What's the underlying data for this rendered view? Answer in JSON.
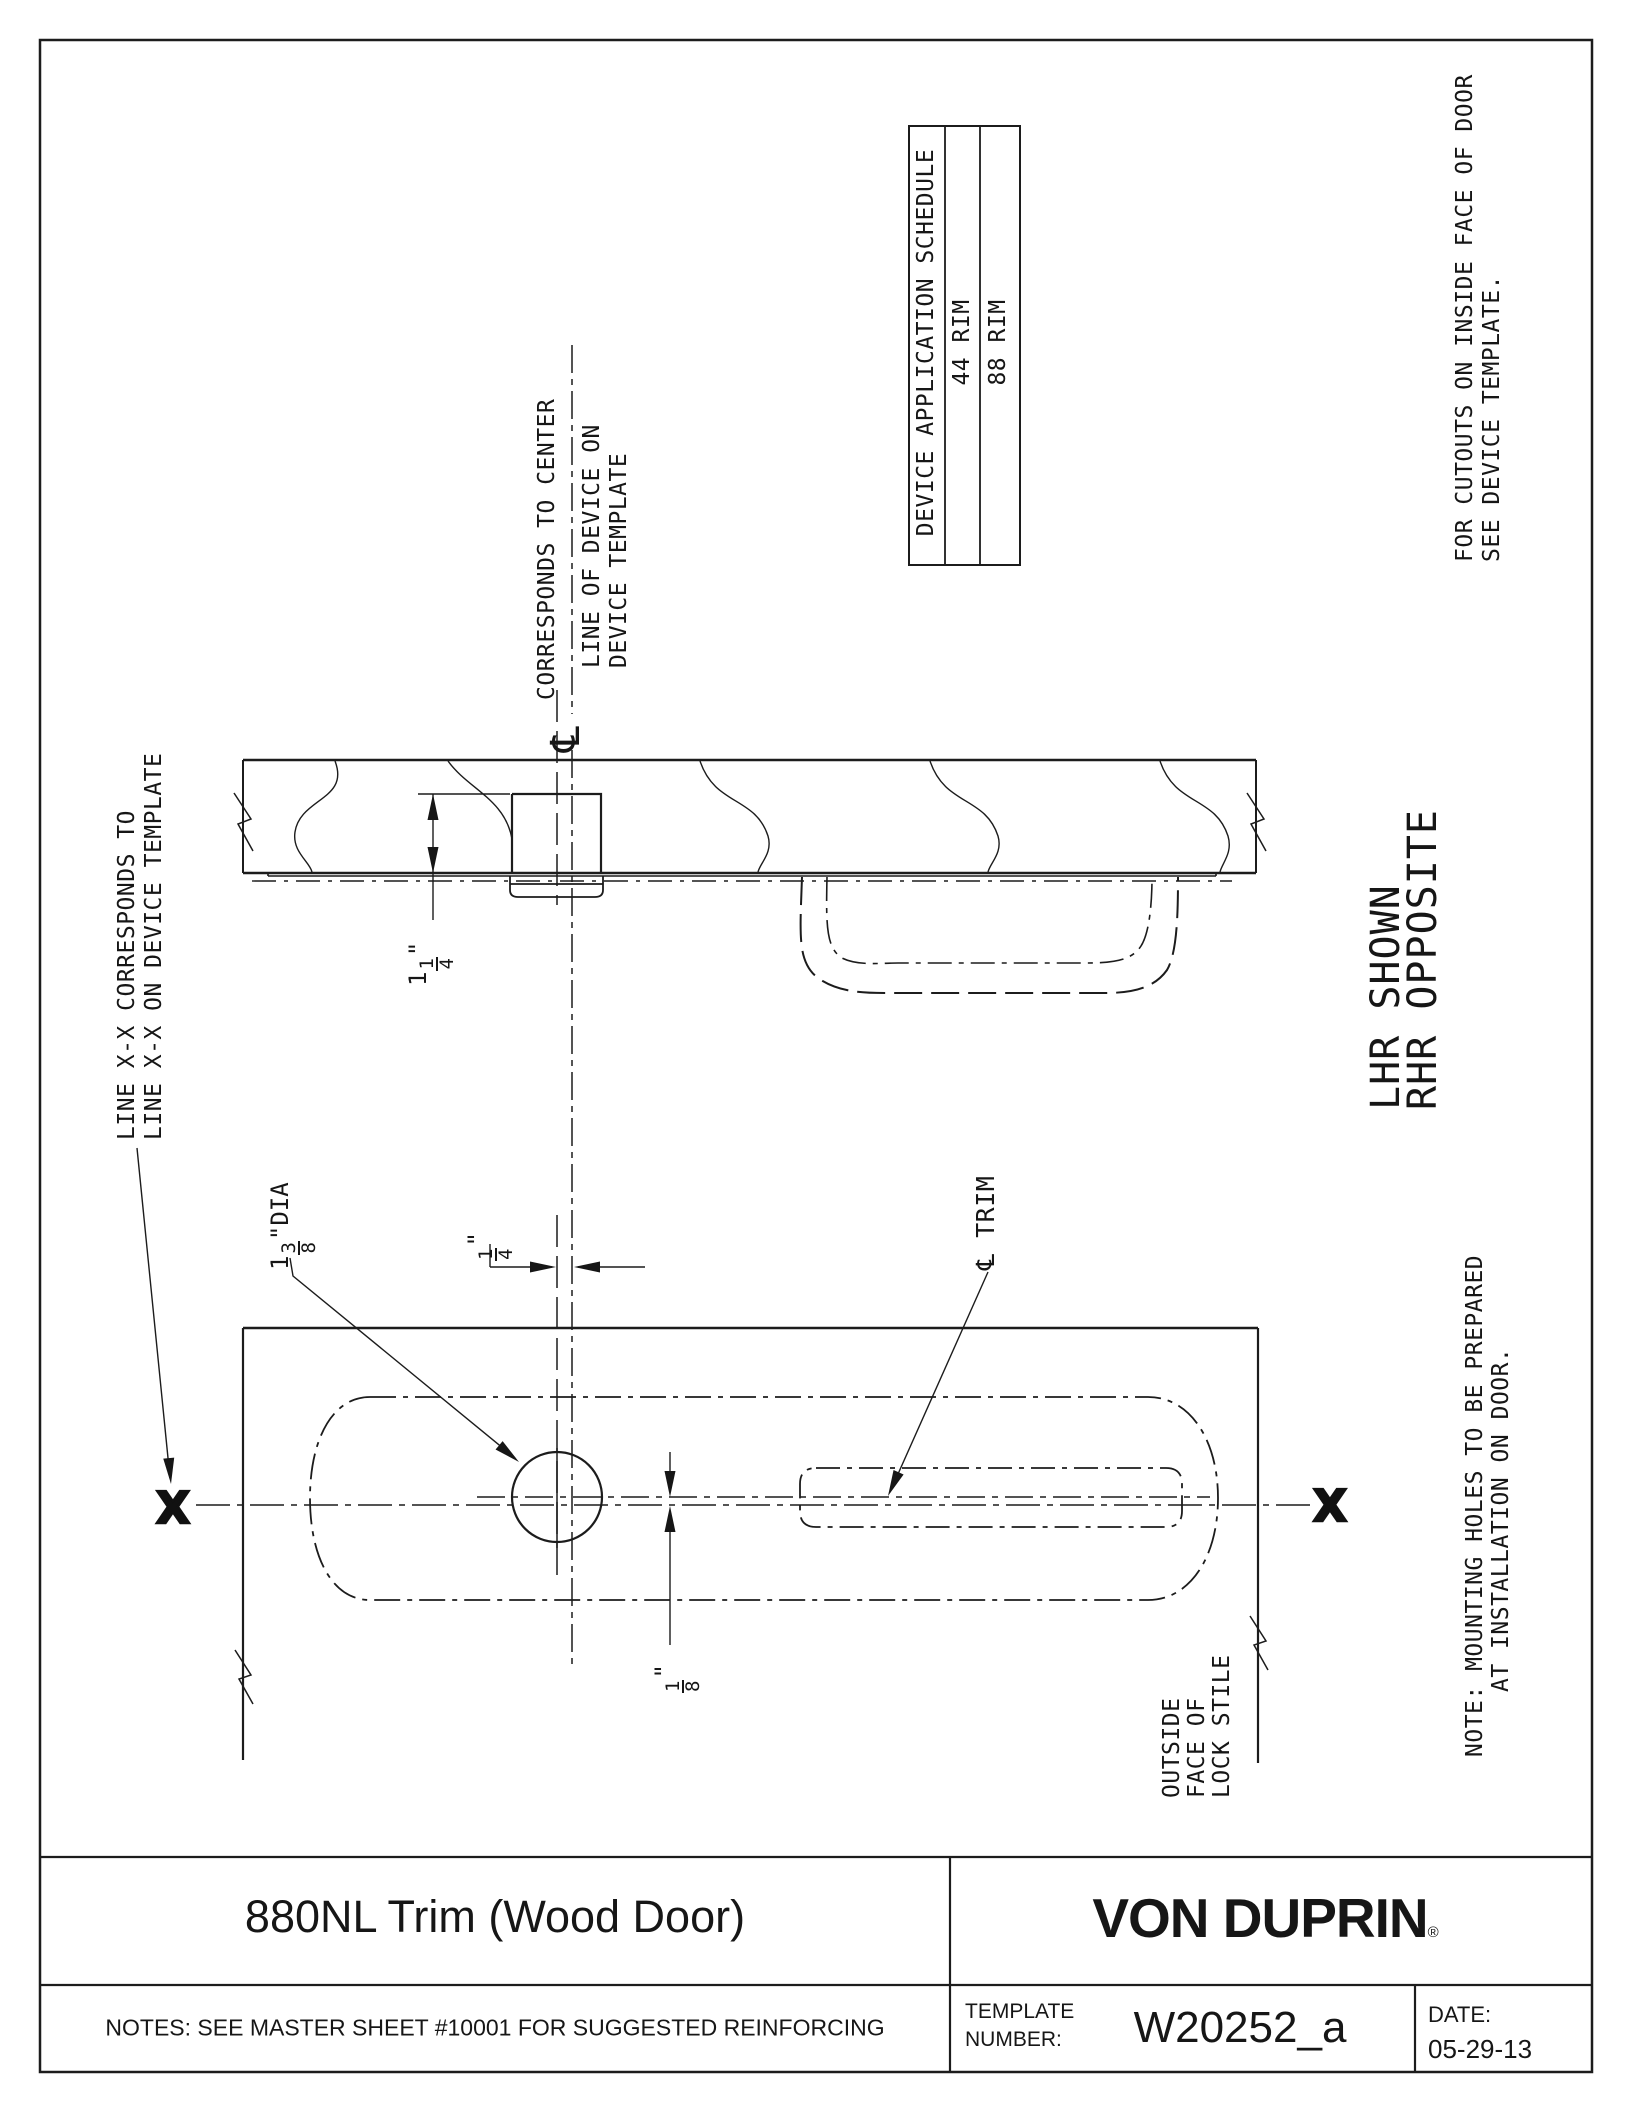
{
  "sheet": {
    "title": "880NL Trim (Wood Door)",
    "brand": "VON DUPRIN",
    "brand_reg": "®",
    "notes": "NOTES: SEE MASTER SHEET #10001 FOR SUGGESTED REINFORCING",
    "template_label_line1": "TEMPLATE",
    "template_label_line2": "NUMBER:",
    "template_number": "W20252_a",
    "date_label": "DATE:",
    "date_value": "05-29-13"
  },
  "schedule": {
    "header": "DEVICE APPLICATION SCHEDULE",
    "row1": "44 RIM",
    "row2": "88 RIM"
  },
  "annotations": {
    "cutouts_line1": "FOR CUTOUTS ON INSIDE FACE OF DOOR",
    "cutouts_line2": "SEE DEVICE TEMPLATE.",
    "corresponds_line1": "CORRESPONDS TO CENTER",
    "corresponds_line2": "LINE OF DEVICE ON",
    "corresponds_line3": "DEVICE TEMPLATE",
    "device_centerline_symbol": "℄",
    "line_xx_line1": "LINE X-X CORRESPONDS TO",
    "line_xx_line2": "LINE X-X ON DEVICE TEMPLATE",
    "lhr_line1": "LHR SHOWN",
    "lhr_line2": "RHR OPPOSITE",
    "trim_centerline_symbol": "℄",
    "trim_centerline_label": " TRIM",
    "outside_face_line1": "OUTSIDE",
    "outside_face_line2": "FACE OF",
    "outside_face_line3": "LOCK STILE",
    "note_line1": "NOTE: MOUNTING HOLES TO BE PREPARED",
    "note_line2": "AT INSTALLATION ON DOOR.",
    "x_marker": "X"
  },
  "dimensions": {
    "cyl_height": {
      "whole": "1",
      "num": "1",
      "den": "4",
      "unit": "\""
    },
    "offset_quarter": {
      "num": "1",
      "den": "4",
      "unit": "\""
    },
    "hole_dia": {
      "whole": "1",
      "num": "3",
      "den": "8",
      "unit": "\"",
      "suffix": "DIA"
    },
    "offset_eighth": {
      "num": "1",
      "den": "8",
      "unit": "\""
    }
  }
}
